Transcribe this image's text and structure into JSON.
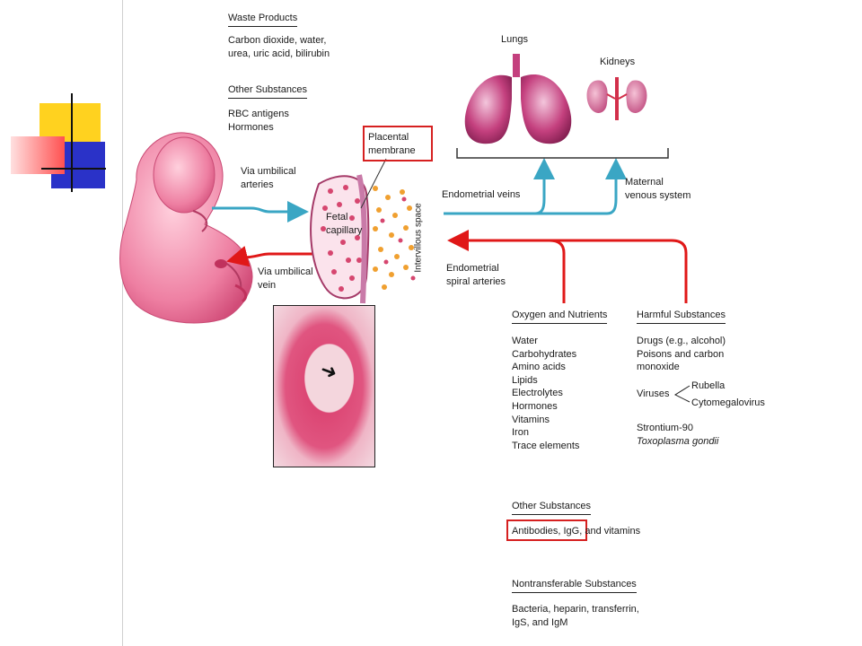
{
  "waste": {
    "heading": "Waste Products",
    "lines": [
      "Carbon dioxide, water,",
      "urea, uric acid, bilirubin"
    ]
  },
  "other_top": {
    "heading": "Other Substances",
    "lines": [
      "RBC antigens",
      "Hormones"
    ]
  },
  "labels": {
    "placental_membrane": [
      "Placental",
      "membrane"
    ],
    "lungs": "Lungs",
    "kidneys": "Kidneys",
    "via_arteries": [
      "Via umbilical",
      "arteries"
    ],
    "via_vein": [
      "Via umbilical",
      "vein"
    ],
    "fetal_capillary": [
      "Fetal",
      "capillary"
    ],
    "intervillous": "Intervillous space",
    "endometrial_veins": "Endometrial veins",
    "maternal_venous": [
      "Maternal",
      "venous system"
    ],
    "spiral_arteries": [
      "Endometrial",
      "spiral arteries"
    ]
  },
  "oxygen": {
    "heading": "Oxygen and Nutrients",
    "items": [
      "Water",
      "Carbohydrates",
      "Amino acids",
      "Lipids",
      "Electrolytes",
      "Hormones",
      "Vitamins",
      "Iron",
      "Trace elements"
    ]
  },
  "harmful": {
    "heading": "Harmful Substances",
    "lines": [
      "Drugs (e.g., alcohol)",
      "Poisons and carbon",
      "monoxide"
    ],
    "viruses_label": "Viruses",
    "viruses": [
      "Rubella",
      "Cytomegalovirus"
    ],
    "strontium": "Strontium-90",
    "toxo": "Toxoplasma gondii"
  },
  "other_bottom": {
    "heading": "Other Substances",
    "boxed": "Antibodies, IgG",
    "rest": ", and vitamins"
  },
  "nontransfer": {
    "heading": "Nontransferable Substances",
    "lines": [
      "Bacteria, heparin, transferrin,",
      "IgS, and IgM"
    ]
  },
  "colors": {
    "blue_arrow": "#3aa6c4",
    "red_arrow": "#e01818",
    "highlight": "#d62020",
    "fetus": "#e8709a"
  }
}
